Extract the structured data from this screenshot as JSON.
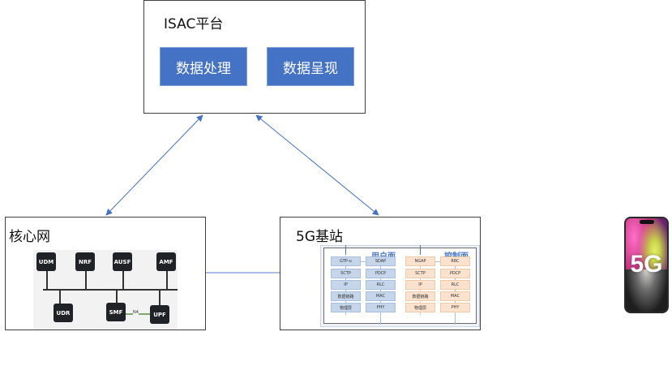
{
  "isac": {
    "title": "ISAC平台",
    "buttons": [
      {
        "label": "数据处理"
      },
      {
        "label": "数据呈现"
      }
    ]
  },
  "core_network": {
    "title": "核心网",
    "functions_top": [
      "UDM",
      "NRF",
      "AUSF",
      "AMF"
    ],
    "functions_bottom": [
      "UDR",
      "SMF",
      "UPF"
    ],
    "link_label": "N4"
  },
  "gnb": {
    "title": "5G基站",
    "user_plane": {
      "title": "用户面",
      "left_stack": [
        "GTP-u",
        "SCTP",
        "IP",
        "数据链路",
        "物理层"
      ],
      "right_stack": [
        "SDAP",
        "PDCP",
        "RLC",
        "MAC",
        "PHY"
      ]
    },
    "control_plane": {
      "title": "控制面",
      "left_stack": [
        "NGAP",
        "SCTP",
        "IP",
        "数据链路",
        "物理层"
      ],
      "right_stack": [
        "RRC",
        "PDCP",
        "RLC",
        "MAC",
        "PHY"
      ]
    }
  },
  "terminal": {
    "label": "5G"
  },
  "colors": {
    "accent_blue": "#4472c4",
    "connector": "#4472c4",
    "user_plane": "#c5d5ea",
    "control_plane": "#fbe2cf"
  }
}
